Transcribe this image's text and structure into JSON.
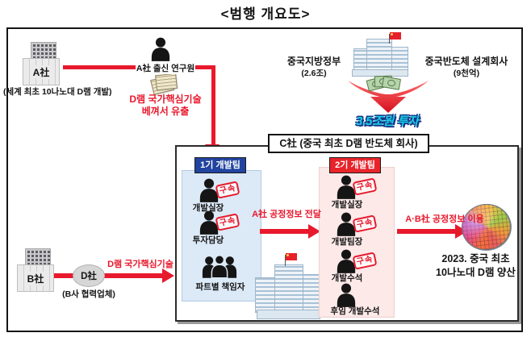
{
  "title": "<범행 개요도>",
  "colors": {
    "arrow_red": "#e8192d",
    "team1_header_bg": "#2144a0",
    "team1_box_bg": "#dce9f6",
    "team2_header_bg": "#e8232a",
    "team2_box_bg": "#fce9e8",
    "invest_text": "#19cfe6",
    "invest_outline": "#14388a",
    "stamp_red": "#e8192d",
    "china_flag_red": "#e62129"
  },
  "icons": {
    "person": "person-silhouette",
    "group": "three-person-group",
    "document": "copied-documents",
    "money": "cash-bills",
    "wafer": "semiconductor-wafer",
    "gray_building": "office-building",
    "china_building": "china-building-with-flag"
  },
  "company_a": {
    "name": "A社",
    "caption": "(세계 최초 10나노대 D램 개발)"
  },
  "researcher": {
    "label": "A社 출신 연구원",
    "leak_line1": "D램 국가핵심기술",
    "leak_line2": "베껴서 유출"
  },
  "investment": {
    "gov_name": "중국지방정부",
    "gov_amount": "(2.6조)",
    "designer_name": "중국반도체 설계회사",
    "designer_amount": "(9천억)",
    "total_label": "3.5조원 투자"
  },
  "company_c": {
    "header": "C社 (중국 최초 D램 반도체 회사)",
    "transfer_label": "A社 공정정보 전달",
    "team1": {
      "label": "1기 개발팀",
      "members": [
        {
          "title": "개발실장",
          "stamp": "구속"
        },
        {
          "title": "투자담당",
          "stamp": "구속"
        },
        {
          "title": "파트별 책임자"
        }
      ]
    },
    "team2": {
      "label": "2기 개발팀",
      "members": [
        {
          "title": "개발실장",
          "stamp": "구속"
        },
        {
          "title": "개발팀장",
          "stamp": "구속"
        },
        {
          "title": "개발수석",
          "stamp": "구속"
        },
        {
          "title": "후임 개발수석"
        }
      ]
    }
  },
  "company_b": {
    "name": "B社",
    "caption": "(B사 협력업체)",
    "partner_name": "D社",
    "tech_label": "D램 국가핵심기술"
  },
  "outcome": {
    "use_label": "A·B社 공정정보 이용",
    "result_line1": "2023. 중국 최초",
    "result_line2": "10나노대 D램 양산"
  }
}
